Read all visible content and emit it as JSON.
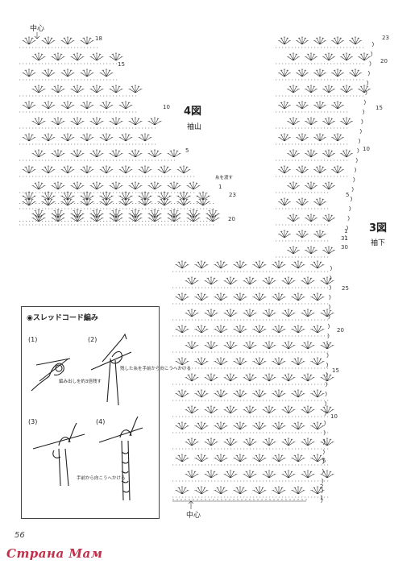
{
  "figure4": {
    "title": "4図",
    "subtitle": "袖山",
    "center_label": "中心",
    "row_labels": [
      "18",
      "15",
      "10",
      "5",
      "1",
      "23",
      "20"
    ],
    "note": "糸を渡す"
  },
  "figure3": {
    "title": "3図",
    "subtitle": "袖下",
    "center_label": "中心",
    "row_labels_top": [
      "23",
      "20",
      "15",
      "10",
      "5",
      "1",
      "31",
      "30"
    ],
    "row_labels_bottom": [
      "25",
      "20",
      "15",
      "10",
      "5",
      "2",
      "1"
    ]
  },
  "thread_cord": {
    "title": "◉スレッドコード編み",
    "steps": [
      "(1)",
      "(2)",
      "(3)",
      "(4)"
    ],
    "notes": [
      "編み出しを約3倍残す",
      "残した糸を手前から向こうへかける",
      "手前から向こうへかける"
    ]
  },
  "page_number": "56",
  "watermark": "Страна Мам"
}
